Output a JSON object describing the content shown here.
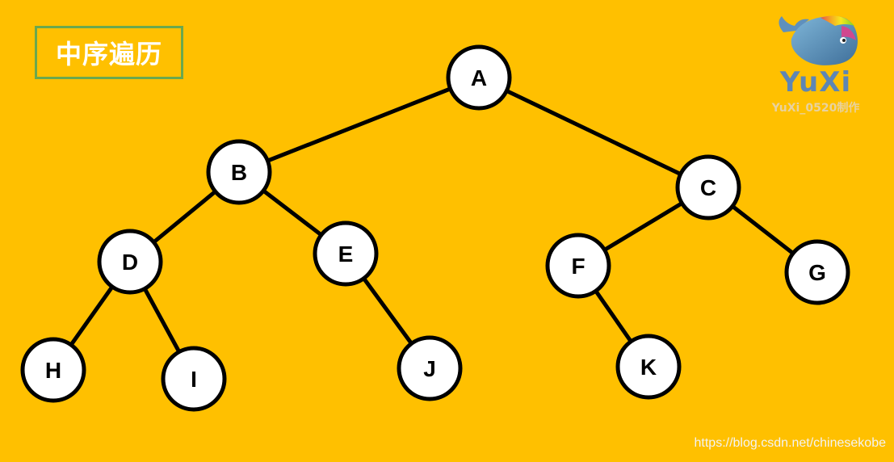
{
  "title": "中序遍历",
  "logo": {
    "name": "YuXi",
    "subtitle": "YuXi_0520制作"
  },
  "watermark": "https://blog.csdn.net/chinesekobe",
  "tree": {
    "nodes": [
      {
        "id": "A",
        "label": "A"
      },
      {
        "id": "B",
        "label": "B"
      },
      {
        "id": "C",
        "label": "C"
      },
      {
        "id": "D",
        "label": "D"
      },
      {
        "id": "E",
        "label": "E"
      },
      {
        "id": "F",
        "label": "F"
      },
      {
        "id": "G",
        "label": "G"
      },
      {
        "id": "H",
        "label": "H"
      },
      {
        "id": "I",
        "label": "I"
      },
      {
        "id": "J",
        "label": "J"
      },
      {
        "id": "K",
        "label": "K"
      }
    ],
    "edges": [
      [
        "A",
        "B"
      ],
      [
        "A",
        "C"
      ],
      [
        "B",
        "D"
      ],
      [
        "B",
        "E"
      ],
      [
        "C",
        "F"
      ],
      [
        "C",
        "G"
      ],
      [
        "D",
        "H"
      ],
      [
        "D",
        "I"
      ],
      [
        "E",
        "J"
      ],
      [
        "F",
        "K"
      ]
    ]
  },
  "colors": {
    "background": "#ffc000",
    "node_fill": "#ffffff",
    "stroke": "#000000",
    "title_border": "#6aa84f"
  }
}
